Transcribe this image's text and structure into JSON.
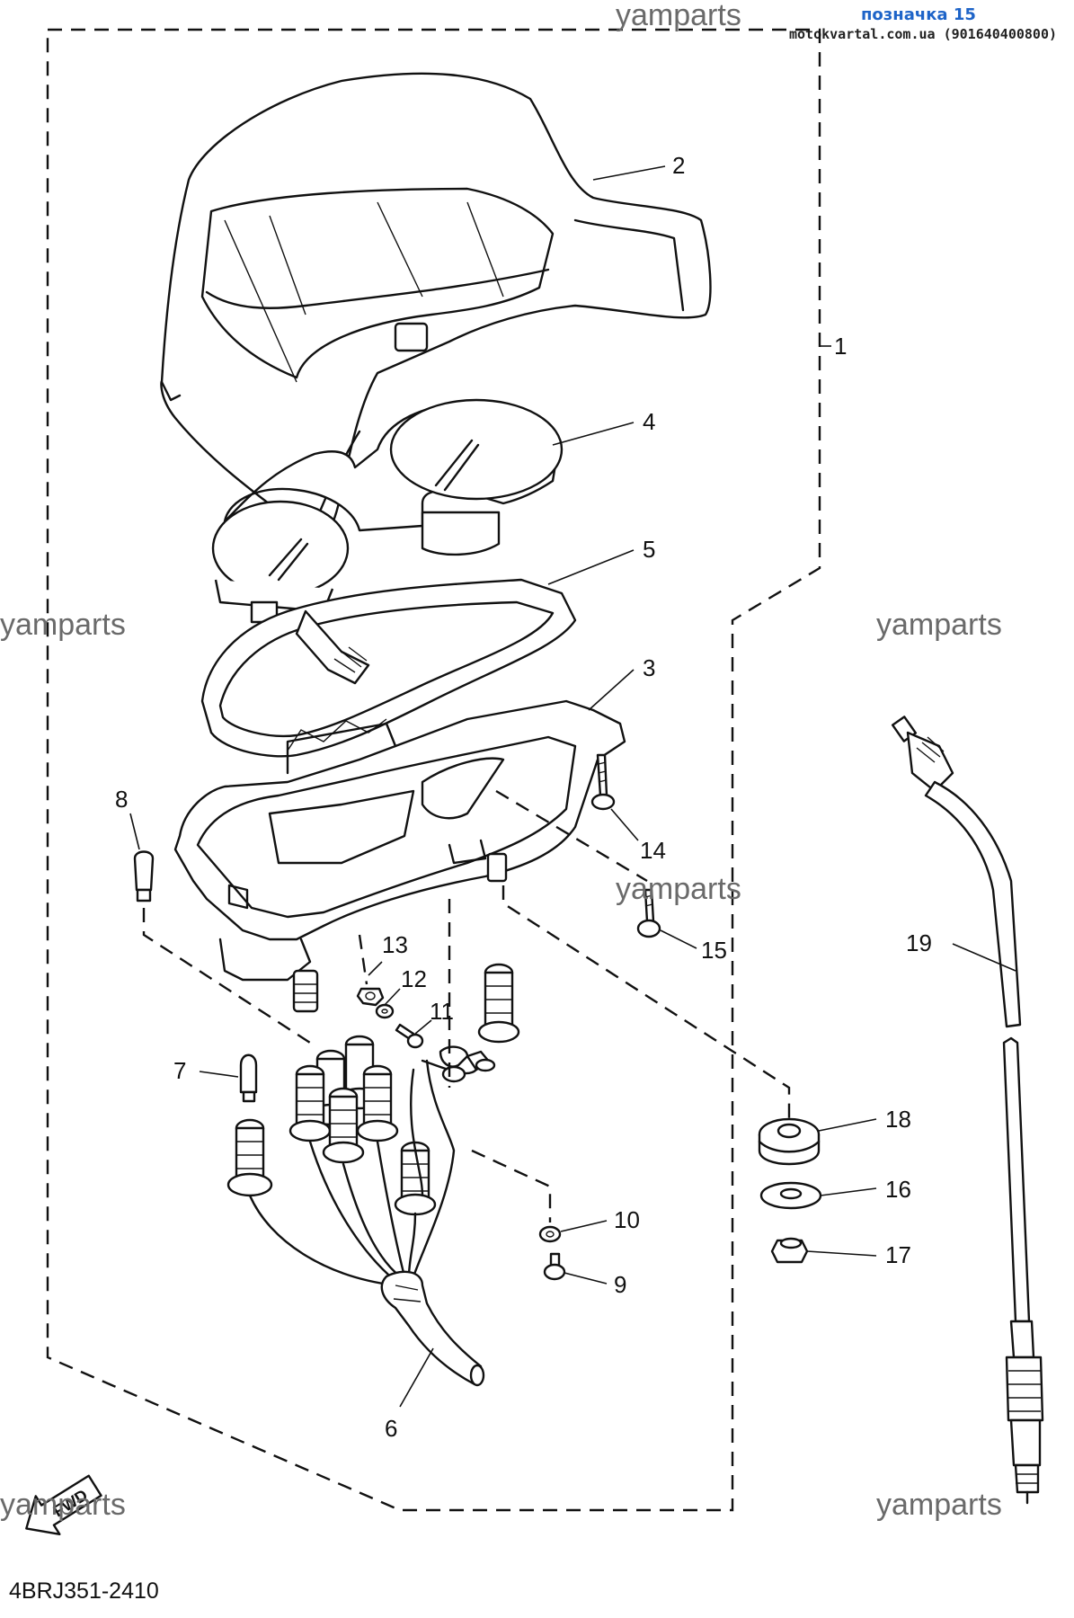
{
  "header": {
    "title": "позначка 15",
    "source": "motokvartal.com.ua (901640400800)"
  },
  "watermarks": [
    "yamparts",
    "yamparts",
    "yamparts",
    "yamparts",
    "yamparts",
    "yamparts"
  ],
  "part_labels": {
    "p1": "1",
    "p2": "2",
    "p3": "3",
    "p4": "4",
    "p5": "5",
    "p6": "6",
    "p7": "7",
    "p8": "8",
    "p9": "9",
    "p10": "10",
    "p11": "11",
    "p12": "12",
    "p13": "13",
    "p14": "14",
    "p15": "15",
    "p16": "16",
    "p17": "17",
    "p18": "18",
    "p19": "19"
  },
  "fwd_arrow": {
    "label": "FWD"
  },
  "diagram_code": "4BRJ351-2410"
}
